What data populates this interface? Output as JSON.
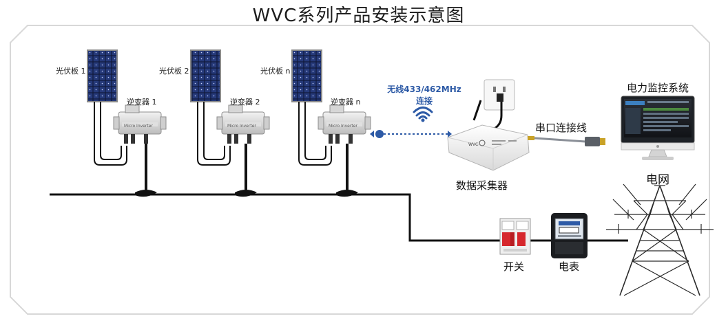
{
  "title": "WVC系列产品安装示意图",
  "panels": [
    {
      "label": "光伏板 1",
      "inverter_label": "逆变器 1"
    },
    {
      "label": "光伏板 2",
      "inverter_label": "逆变器 2"
    },
    {
      "label": "光伏板 n",
      "inverter_label": "逆变器 n"
    }
  ],
  "inverter_brand": "Micro Inverter",
  "wireless": {
    "line1": "无线433/462MHz",
    "line2": "连接"
  },
  "collector": {
    "label": "数据采集器",
    "brand": "WVC"
  },
  "serial_cable": {
    "label": "串口连接线"
  },
  "monitor": {
    "label": "电力监控系统"
  },
  "grid": {
    "label": "电网"
  },
  "switch": {
    "label": "开关"
  },
  "meter": {
    "label": "电表"
  },
  "colors": {
    "accent_blue": "#2d5aa6",
    "wire": "#111111",
    "frame": "#d8d8d8"
  }
}
